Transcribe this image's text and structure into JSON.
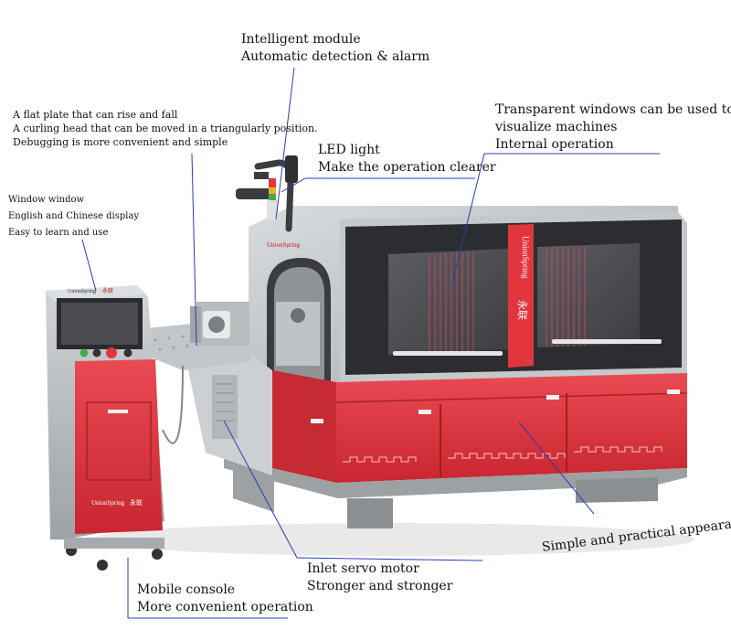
{
  "brand": {
    "latin": "UnionSpring",
    "chinese": "永联"
  },
  "callouts": {
    "intelligent_module": [
      "Intelligent module",
      "Automatic detection & alarm"
    ],
    "flat_plate": [
      "A flat plate that can rise and fall",
      "A curling head that can be moved in a triangularly position.",
      "Debugging is more convenient and simple"
    ],
    "led_light": [
      "LED light",
      "Make the operation clearer"
    ],
    "windows": [
      "Transparent windows can be used to",
      "visualize machines",
      "Internal operation"
    ],
    "window_display": [
      "Window window",
      "English and Chinese display",
      "Easy to learn and use"
    ],
    "appearance": [
      "Simple and practical appearance"
    ],
    "servo": [
      "Inlet servo motor",
      "Stronger and stronger"
    ],
    "console": [
      "Mobile console",
      "More convenient operation"
    ]
  },
  "colors": {
    "accent_red": "#e2363e",
    "dark_red": "#b81f27",
    "metal_grey": "#bfc3c6",
    "dark_panel": "#2c2d30",
    "callout_line": "#2a3bb8"
  }
}
